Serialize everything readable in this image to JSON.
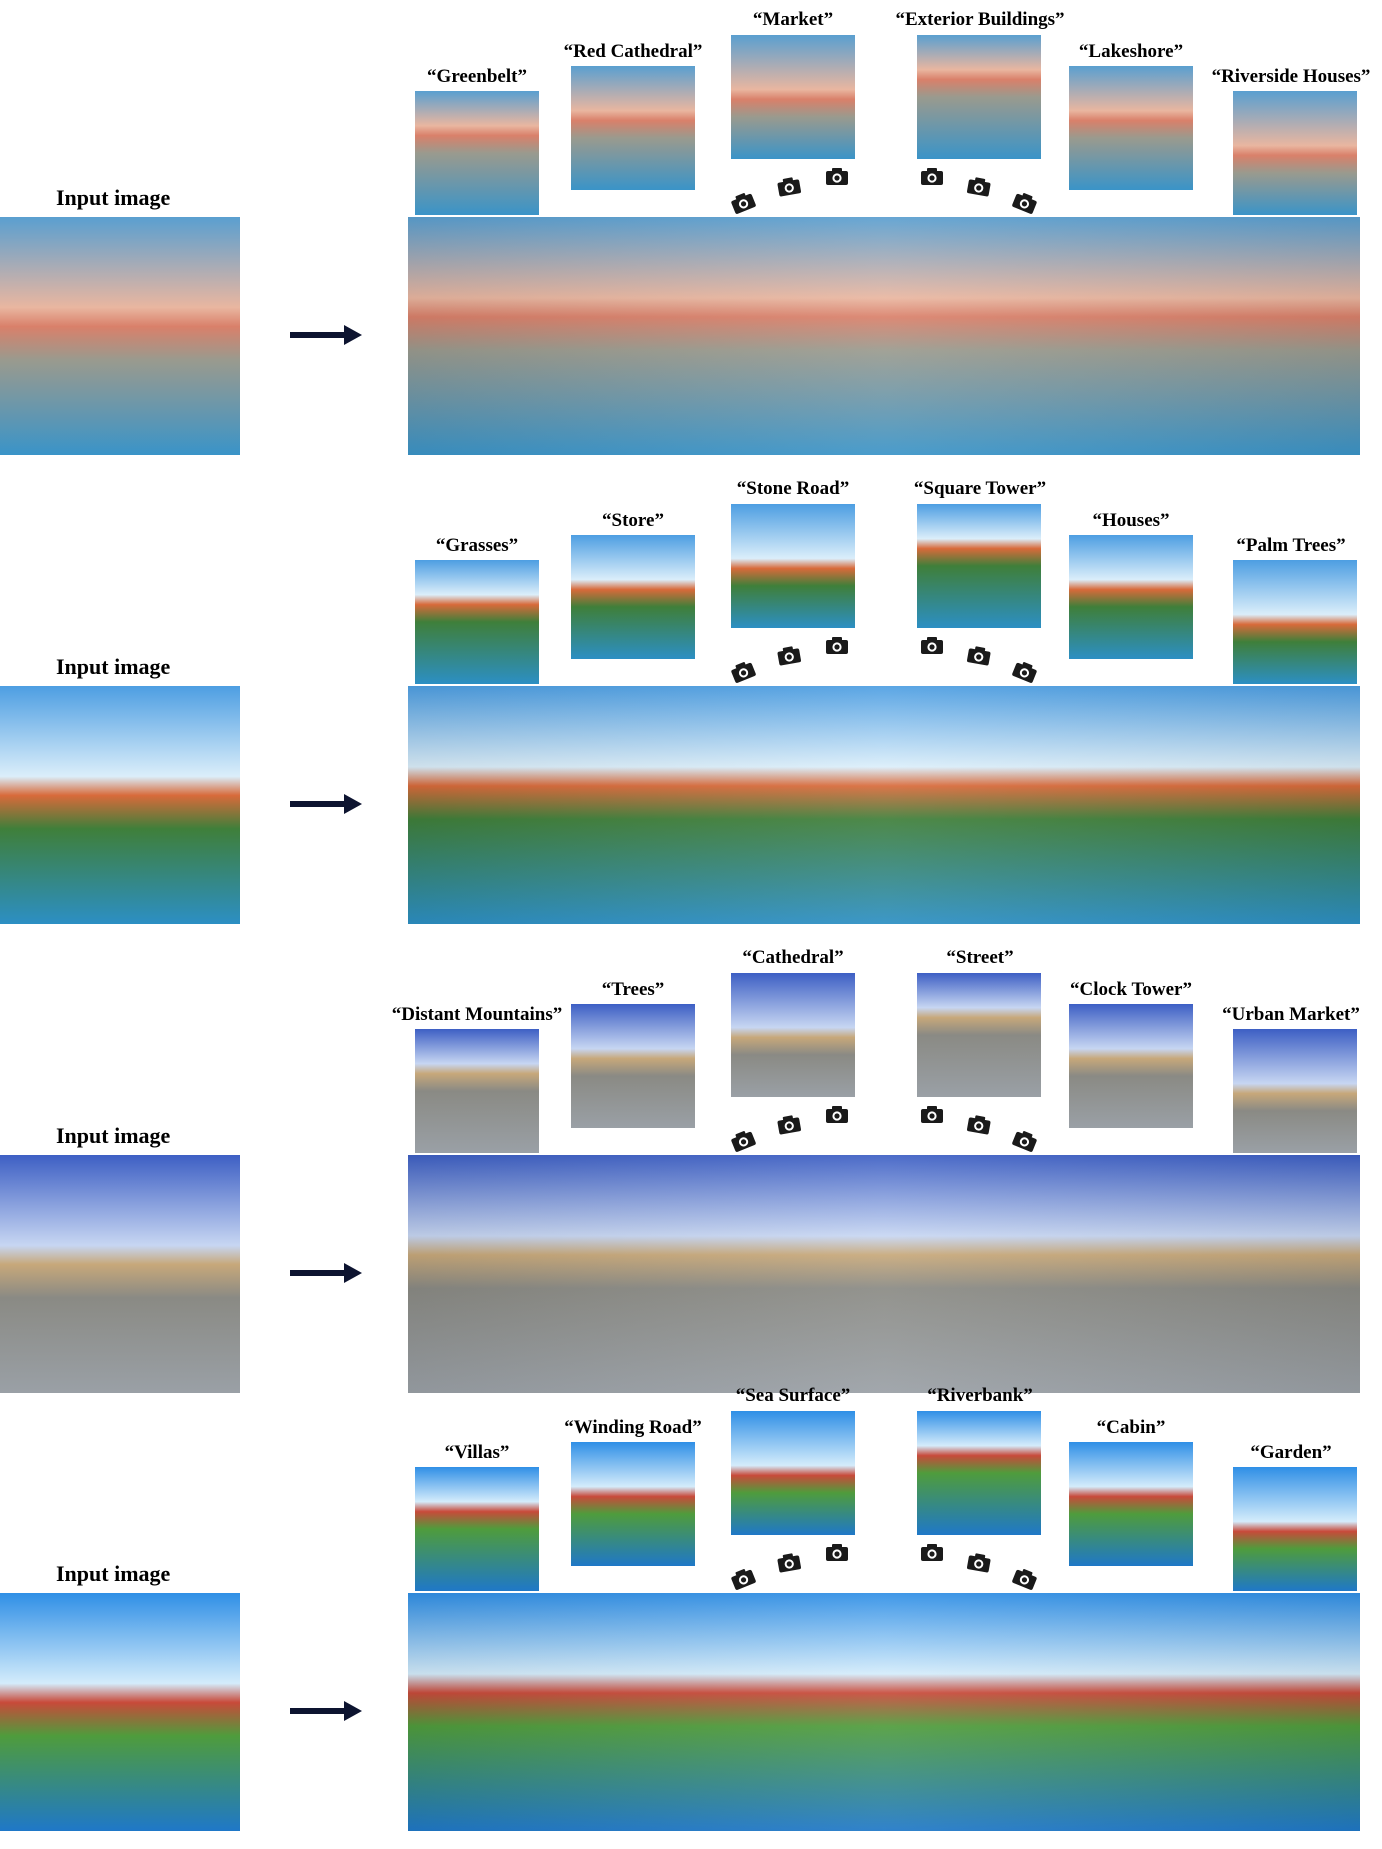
{
  "figure": {
    "input_label": "Input image",
    "rows": [
      {
        "id": "city",
        "captions": [
          "“Greenbelt”",
          "“Red Cathedral”",
          "“Market”",
          "“Exterior Buildings”",
          "“Lakeshore”",
          "“Riverside Houses”"
        ],
        "colors": {
          "sky": "#5a9fd0",
          "sky2": "#e9b6a0",
          "ground": "#9a9a8e",
          "accent": "#d9806a",
          "water": "#3a94c8"
        }
      },
      {
        "id": "lake",
        "captions": [
          "“Grasses”",
          "“Store”",
          "“Stone Road”",
          "“Square Tower”",
          "“Houses”",
          "“Palm Trees”"
        ],
        "colors": {
          "sky": "#4d9ee2",
          "sky2": "#dbeefa",
          "ground": "#3f7f3a",
          "accent": "#d86a3a",
          "water": "#2c8fc4"
        }
      },
      {
        "id": "cathedral",
        "captions": [
          "“Distant Mountains”",
          "“Trees”",
          "“Cathedral”",
          "“Street”",
          "“Clock Tower”",
          "“Urban Market”"
        ],
        "colors": {
          "sky": "#3d5fc4",
          "sky2": "#c7d6f2",
          "ground": "#8a8a84",
          "accent": "#c7a87a",
          "water": "#9aa0a6"
        }
      },
      {
        "id": "coast",
        "captions": [
          "“Villas”",
          "“Winding Road”",
          "“Sea Surface”",
          "“Riverbank”",
          "“Cabin”",
          "“Garden”"
        ],
        "colors": {
          "sky": "#2f8fe6",
          "sky2": "#d4ecfb",
          "ground": "#4f9c3c",
          "accent": "#c84a3a",
          "water": "#1f78c8"
        }
      }
    ]
  }
}
